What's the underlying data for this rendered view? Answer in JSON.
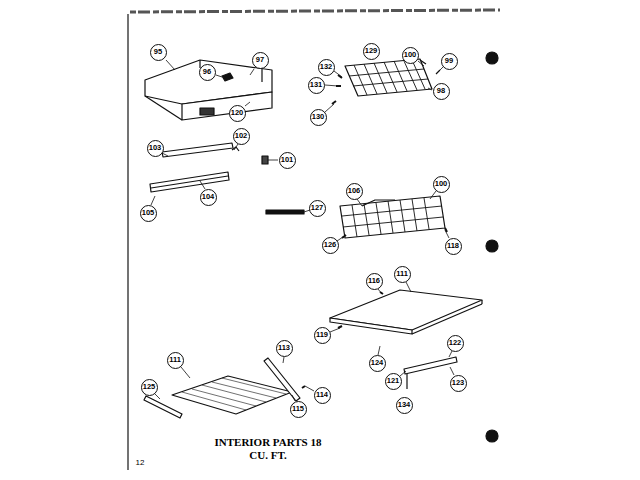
{
  "diagram": {
    "title": "INTERIOR PARTS 18 CU. FT.",
    "labels": [
      "95",
      "96",
      "97",
      "120",
      "129",
      "100",
      "99",
      "98",
      "132",
      "131",
      "130",
      "103",
      "102",
      "101",
      "104",
      "105",
      "127",
      "106",
      "100",
      "126",
      "118",
      "116",
      "111",
      "119",
      "124",
      "122",
      "121",
      "123",
      "134",
      "111",
      "113",
      "115",
      "114",
      "125",
      "12"
    ]
  }
}
